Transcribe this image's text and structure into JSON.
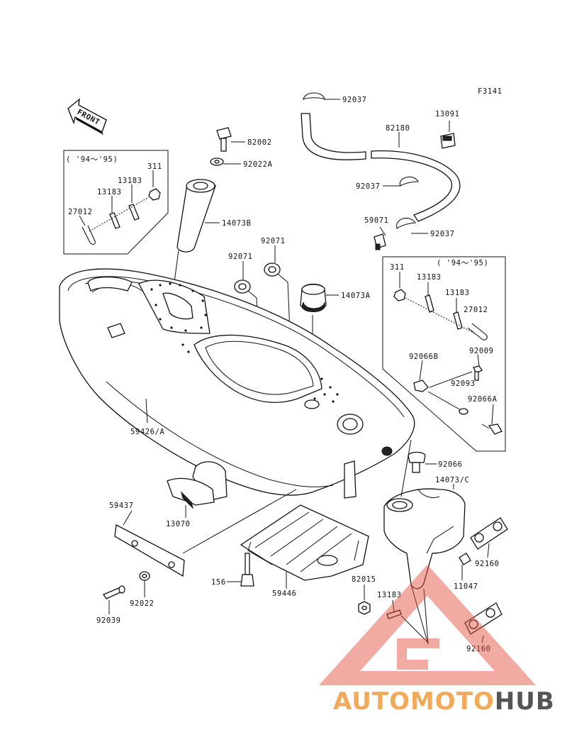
{
  "figure_code": "F3141",
  "front_label": "FRONT",
  "watermark": {
    "part1": "AUTOMOTO",
    "part2": "HUB",
    "color1": "#f2a95a",
    "color2": "#555555",
    "logo_color": "#e24a3b"
  },
  "inset_labels": {
    "left": "( '94～'95)",
    "right": "( '94～'95)"
  },
  "parts": {
    "p92037a": "92037",
    "p82180": "82180",
    "p13091": "13091",
    "p92037b": "92037",
    "p59071": "59071",
    "p92037c": "92037",
    "p82002": "82002",
    "p92022a": "92022A",
    "p14073b": "14073B",
    "p311l": "311",
    "p13183la": "13183",
    "p13183lb": "13183",
    "p27012l": "27012",
    "p92071a": "92071",
    "p92071b": "92071",
    "p14073a": "14073A",
    "p311r": "311",
    "p13183ra": "13183",
    "p13183rb": "13183",
    "p27012r": "27012",
    "p92066b": "92066B",
    "p92009": "92009",
    "p92093": "92093",
    "p92066a": "92066A",
    "p59426": "59426/A",
    "p92066": "92066",
    "p14073c": "14073/C",
    "p59437": "59437",
    "p13070": "13070",
    "p92160a": "92160",
    "p11047": "11047",
    "p82015": "82015",
    "p13183c": "13183",
    "p156": "156",
    "p59446": "59446",
    "p92022": "92022",
    "p92039": "92039",
    "p92160b": "92160"
  }
}
